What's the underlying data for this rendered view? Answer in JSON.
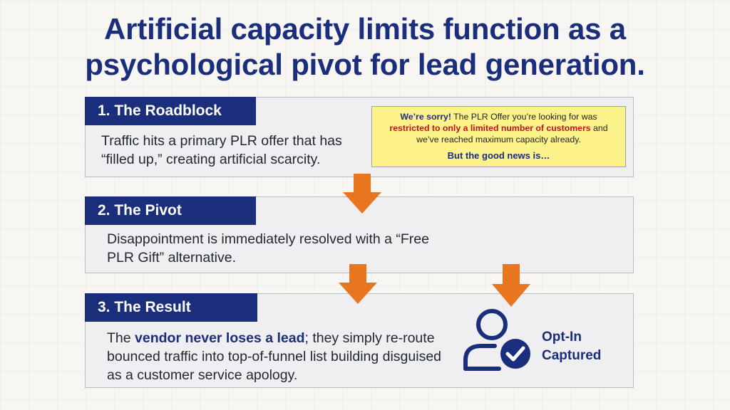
{
  "title": {
    "line1": "Artificial capacity limits function as a",
    "line2": "psychological pivot for lead generation."
  },
  "steps": [
    {
      "header": "1. The Roadblock",
      "body": "Traffic hits a primary PLR offer that has “filled up,” creating artificial scarcity."
    },
    {
      "header": "2. The Pivot",
      "body": "Disappointment is immediately resolved with a “Free PLR Gift” alternative."
    },
    {
      "header": "3. The Result",
      "body_prefix": "The ",
      "body_bold": "vendor never loses a lead",
      "body_suffix": "; they simply re-route bounced traffic into top-of-funnel list building disguised as a customer service apology."
    }
  ],
  "notice": {
    "sorry": "We’re sorry!",
    "text1": " The PLR Offer you’re looking for was ",
    "highlight": "restricted to only a limited number of customers",
    "text2": " and we’ve reached maximum capacity already.",
    "good_news": "But the good news is…"
  },
  "optin": {
    "line1": "Opt-In",
    "line2": "Captured"
  },
  "colors": {
    "navy": "#1b2e7c",
    "orange": "#e8761f",
    "notice_bg": "#fbf38a",
    "highlight_red": "#c0121e"
  },
  "icons": [
    "arrow-down-icon",
    "user-check-icon"
  ]
}
